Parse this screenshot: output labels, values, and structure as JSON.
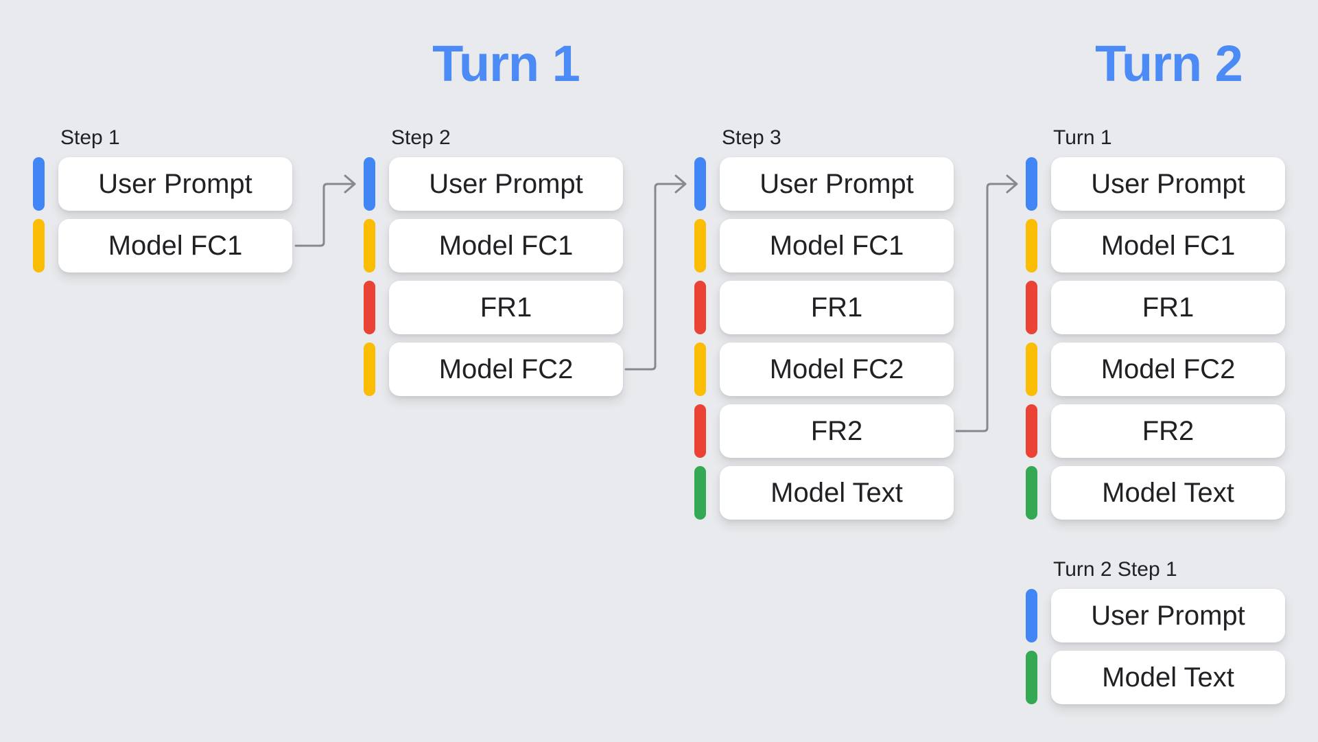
{
  "headers": [
    {
      "label": "Turn 1"
    },
    {
      "label": "Turn 2"
    }
  ],
  "columns": [
    {
      "label": "Step 1",
      "items": [
        {
          "text": "User Prompt",
          "color": "blue"
        },
        {
          "text": "Model FC1",
          "color": "yellow"
        }
      ]
    },
    {
      "label": "Step 2",
      "items": [
        {
          "text": "User Prompt",
          "color": "blue"
        },
        {
          "text": "Model FC1",
          "color": "yellow"
        },
        {
          "text": "FR1",
          "color": "red"
        },
        {
          "text": "Model FC2",
          "color": "yellow"
        }
      ]
    },
    {
      "label": "Step 3",
      "items": [
        {
          "text": "User Prompt",
          "color": "blue"
        },
        {
          "text": "Model FC1",
          "color": "yellow"
        },
        {
          "text": "FR1",
          "color": "red"
        },
        {
          "text": "Model FC2",
          "color": "yellow"
        },
        {
          "text": "FR2",
          "color": "red"
        },
        {
          "text": "Model Text",
          "color": "green"
        }
      ]
    },
    {
      "label": "Turn 1",
      "items": [
        {
          "text": "User Prompt",
          "color": "blue"
        },
        {
          "text": "Model FC1",
          "color": "yellow"
        },
        {
          "text": "FR1",
          "color": "red"
        },
        {
          "text": "Model FC2",
          "color": "yellow"
        },
        {
          "text": "FR2",
          "color": "red"
        },
        {
          "text": "Model Text",
          "color": "green"
        }
      ]
    },
    {
      "label": "Turn 2 Step 1",
      "items": [
        {
          "text": "User Prompt",
          "color": "blue"
        },
        {
          "text": "Model Text",
          "color": "green"
        }
      ]
    }
  ],
  "arrows": [
    {
      "from": "Step 1 / Model FC1",
      "to": "Step 2 / User Prompt"
    },
    {
      "from": "Step 2 / Model FC2",
      "to": "Step 3 / User Prompt"
    },
    {
      "from": "Step 3 / FR2",
      "to": "Turn 1 / User Prompt"
    }
  ],
  "colors": {
    "bg": "#e9eaed",
    "card": "#ffffff",
    "ink": "#202124",
    "header": "#4c8bf5",
    "blue": "#4285f4",
    "yellow": "#fbbc04",
    "red": "#ea4335",
    "green": "#34a853",
    "arrow": "#85898d"
  }
}
